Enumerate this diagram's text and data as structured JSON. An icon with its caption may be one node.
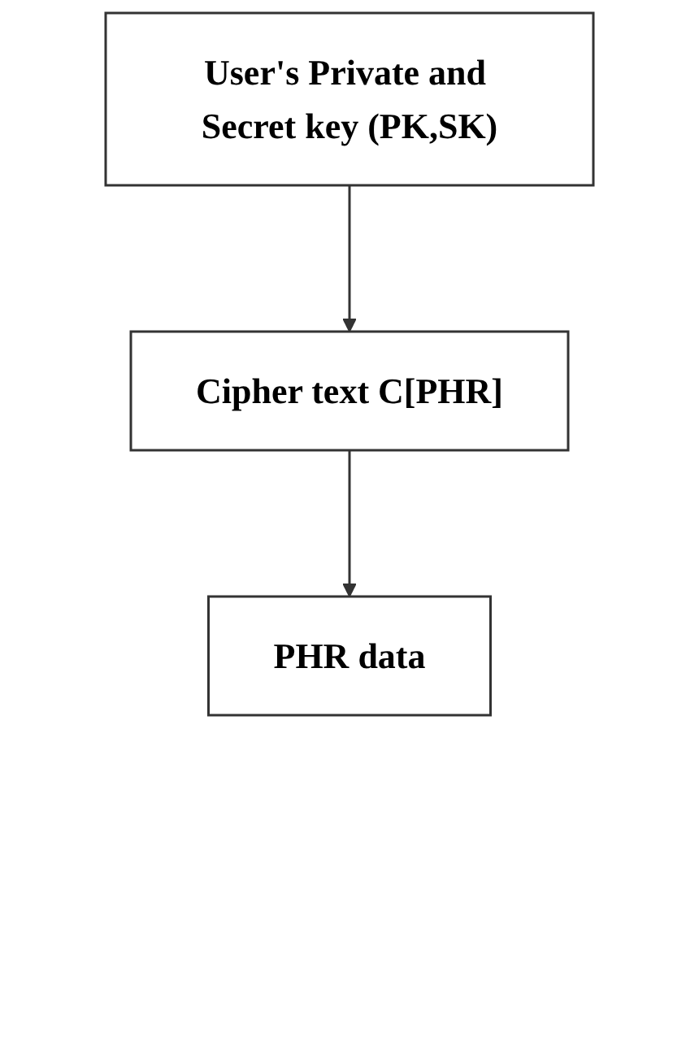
{
  "diagram": {
    "nodes": [
      {
        "text": [
          "User's Private and Secret key (PK,SK)"
        ]
      },
      {
        "text": [
          "Cipher text C[PHR]"
        ]
      },
      {
        "text": [
          "PHR data"
        ]
      }
    ],
    "edges": [
      {
        "from": 0,
        "to": 1,
        "arrow": "to"
      },
      {
        "from": 1,
        "to": 2,
        "arrow": "to"
      }
    ]
  }
}
